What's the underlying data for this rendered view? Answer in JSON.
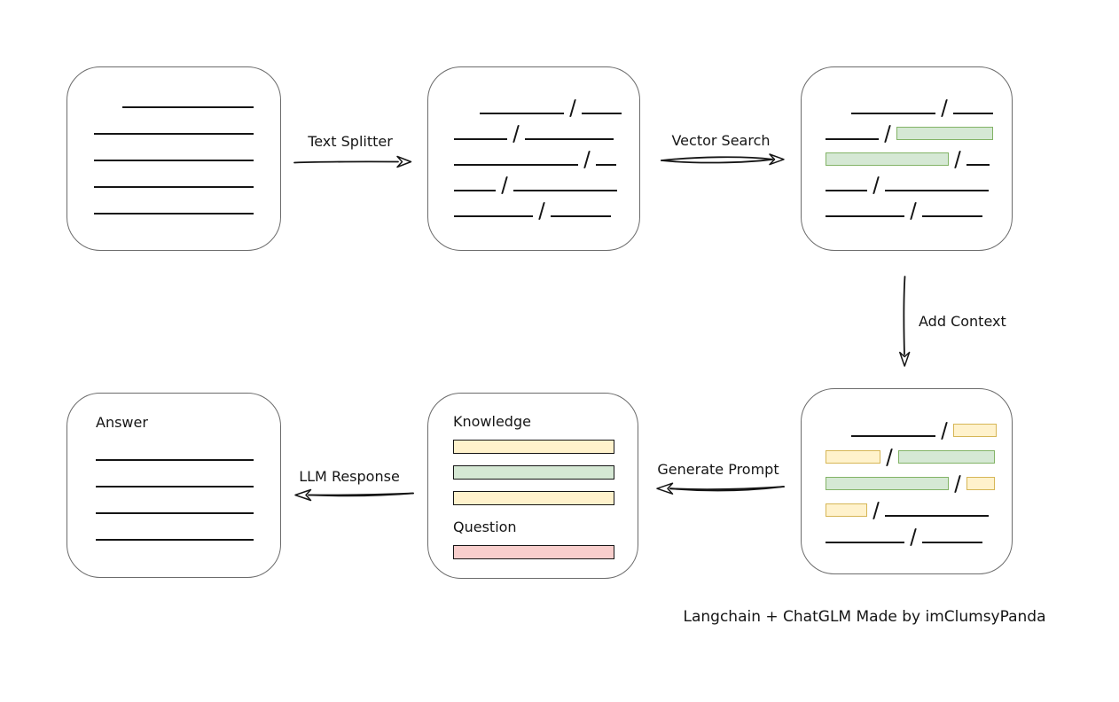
{
  "caption": "Langchain + ChatGLM Made by imClumsyPanda",
  "colors": {
    "ink": "#151515",
    "box_stroke": "#6b6b6b",
    "green_fill": "#d5e8d4",
    "green_stroke": "#82b366",
    "yellow_fill": "#fff2cc",
    "yellow_stroke": "#d6b656",
    "red_fill": "#f8cecc",
    "red_stroke": "#b85450",
    "background": "#ffffff"
  },
  "arrows": {
    "text_splitter": {
      "label": "Text Splitter",
      "direction": "right"
    },
    "vector_search": {
      "label": "Vector Search",
      "direction": "right"
    },
    "add_context": {
      "label": "Add Context",
      "direction": "down"
    },
    "generate_prompt": {
      "label": "Generate Prompt",
      "direction": "left"
    },
    "llm_response": {
      "label": "LLM Response",
      "direction": "left"
    }
  },
  "boxes": {
    "document": {
      "rows": [
        {
          "indent": 32,
          "segs": [
            {
              "t": "line",
              "w": 148
            }
          ]
        },
        {
          "segs": [
            {
              "t": "line",
              "w": 180
            }
          ]
        },
        {
          "segs": [
            {
              "t": "line",
              "w": 180
            }
          ]
        },
        {
          "segs": [
            {
              "t": "line",
              "w": 180
            }
          ]
        },
        {
          "segs": [
            {
              "t": "line",
              "w": 180
            }
          ]
        }
      ]
    },
    "split_text": {
      "rows": [
        {
          "indent": 29,
          "segs": [
            {
              "t": "line",
              "w": 95
            },
            {
              "t": "slash"
            },
            {
              "t": "line",
              "w": 45
            }
          ]
        },
        {
          "segs": [
            {
              "t": "line",
              "w": 60
            },
            {
              "t": "slash"
            },
            {
              "t": "line",
              "w": 100
            }
          ]
        },
        {
          "segs": [
            {
              "t": "line",
              "w": 140
            },
            {
              "t": "slash"
            },
            {
              "t": "line",
              "w": 23
            }
          ]
        },
        {
          "segs": [
            {
              "t": "line",
              "w": 47
            },
            {
              "t": "slash"
            },
            {
              "t": "line",
              "w": 117
            }
          ]
        },
        {
          "segs": [
            {
              "t": "line",
              "w": 89
            },
            {
              "t": "slash"
            },
            {
              "t": "line",
              "w": 68
            }
          ]
        }
      ]
    },
    "vector_matches": {
      "rows": [
        {
          "indent": 29,
          "segs": [
            {
              "t": "line",
              "w": 95
            },
            {
              "t": "slash"
            },
            {
              "t": "line",
              "w": 45
            }
          ]
        },
        {
          "segs": [
            {
              "t": "line",
              "w": 60
            },
            {
              "t": "slash"
            },
            {
              "t": "chunk",
              "c": "green",
              "w": 107
            }
          ]
        },
        {
          "segs": [
            {
              "t": "chunk",
              "c": "green",
              "w": 137
            },
            {
              "t": "slash"
            },
            {
              "t": "line",
              "w": 26
            }
          ]
        },
        {
          "segs": [
            {
              "t": "line",
              "w": 47
            },
            {
              "t": "slash"
            },
            {
              "t": "line",
              "w": 117
            }
          ]
        },
        {
          "segs": [
            {
              "t": "line",
              "w": 89
            },
            {
              "t": "slash"
            },
            {
              "t": "line",
              "w": 68
            }
          ]
        }
      ]
    },
    "context_chunks": {
      "rows": [
        {
          "indent": 29,
          "segs": [
            {
              "t": "line",
              "w": 95
            },
            {
              "t": "slash"
            },
            {
              "t": "chunk",
              "c": "yellow",
              "w": 47
            }
          ]
        },
        {
          "segs": [
            {
              "t": "chunk",
              "c": "yellow",
              "w": 60
            },
            {
              "t": "slash"
            },
            {
              "t": "chunk",
              "c": "green",
              "w": 107
            }
          ]
        },
        {
          "segs": [
            {
              "t": "chunk",
              "c": "green",
              "w": 137
            },
            {
              "t": "slash"
            },
            {
              "t": "chunk",
              "c": "yellow",
              "w": 30
            }
          ]
        },
        {
          "segs": [
            {
              "t": "chunk",
              "c": "yellow",
              "w": 45
            },
            {
              "t": "slash"
            },
            {
              "t": "line",
              "w": 117
            }
          ]
        },
        {
          "segs": [
            {
              "t": "line",
              "w": 89
            },
            {
              "t": "slash"
            },
            {
              "t": "line",
              "w": 68
            }
          ]
        }
      ]
    },
    "prompt": {
      "knowledge_label": "Knowledge",
      "question_label": "Question",
      "knowledge_bars": [
        {
          "c": "yellow",
          "w": 180
        },
        {
          "c": "green",
          "w": 180
        },
        {
          "c": "yellow",
          "w": 180
        }
      ],
      "question_bars": [
        {
          "c": "red",
          "w": 180
        }
      ]
    },
    "answer": {
      "label": "Answer",
      "rows": [
        {
          "segs": [
            {
              "t": "line",
              "w": 178
            }
          ]
        },
        {
          "segs": [
            {
              "t": "line",
              "w": 178
            }
          ]
        },
        {
          "segs": [
            {
              "t": "line",
              "w": 178
            }
          ]
        },
        {
          "segs": [
            {
              "t": "line",
              "w": 178
            }
          ]
        }
      ]
    }
  }
}
